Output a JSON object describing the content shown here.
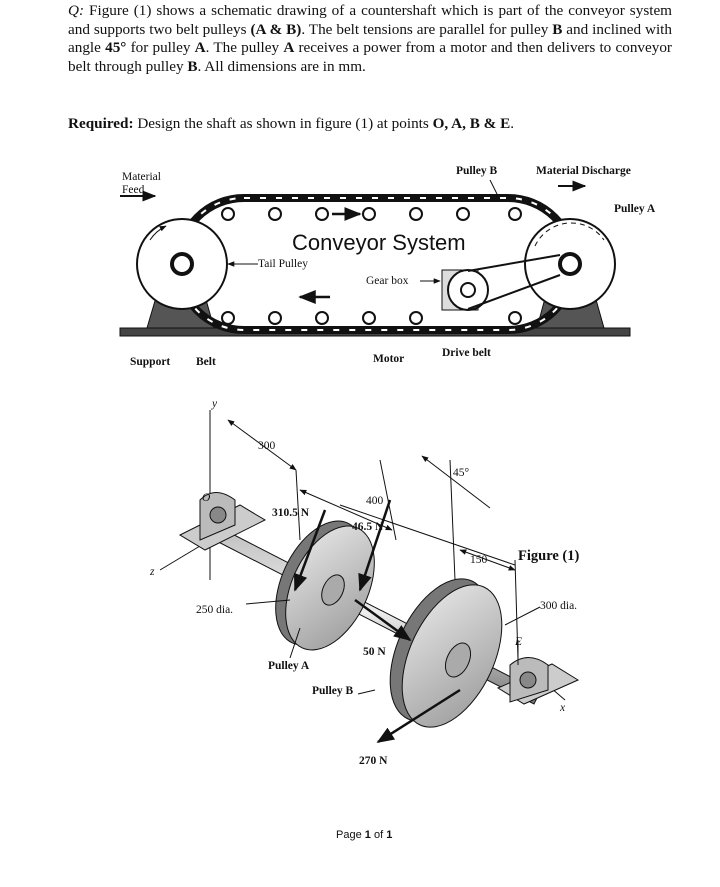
{
  "question": {
    "prefix": "Q:",
    "part1": " Figure (1) shows a schematic drawing of a countershaft which is part of the conveyor system and supports two belt pulleys ",
    "pulleys": "(A & B)",
    "part2": ". The belt tensions are parallel for pulley ",
    "pulley_b": "B",
    "part3": " and inclined with angle ",
    "angle": "45°",
    "part4": " for pulley ",
    "pulley_a": "A",
    "part5": ". The pulley ",
    "pulley_a2": "A",
    "part6": " receives a power from a motor and then delivers to conveyor belt through pulley ",
    "pulley_b2": "B",
    "part7": ". All dimensions are in mm."
  },
  "required": {
    "label": "Required:",
    "text": " Design the shaft as shown in figure (1) at points ",
    "points": "O, A, B & E",
    "end": "."
  },
  "conveyor": {
    "title": "Conveyor System",
    "material_feed_line1": "Material",
    "material_feed_line2": "Feed",
    "pulley_b": "Pulley B",
    "material_discharge": "Material Discharge",
    "pulley_a": "Pulley A",
    "tail_pulley": "Tail Pulley",
    "gear_box": "Gear box",
    "support": "Support",
    "belt": "Belt",
    "motor": "Motor",
    "drive_belt": "Drive belt"
  },
  "shaft": {
    "axis_y": "y",
    "axis_z": "z",
    "axis_x": "x",
    "point_o": "O",
    "point_e": "E",
    "dim_300": "300",
    "dim_400": "400",
    "dim_150": "150",
    "angle": "45°",
    "force_310": "310.5 N",
    "force_46": "46.5 N",
    "force_50": "50 N",
    "force_270": "270 N",
    "dia_250": "250 dia.",
    "dia_300": "300 dia.",
    "pulley_a": "Pulley A",
    "pulley_b": "Pulley B",
    "caption": "Figure (1)"
  },
  "page": {
    "label": "Page",
    "current": "1",
    "of": "of",
    "total": "1"
  }
}
